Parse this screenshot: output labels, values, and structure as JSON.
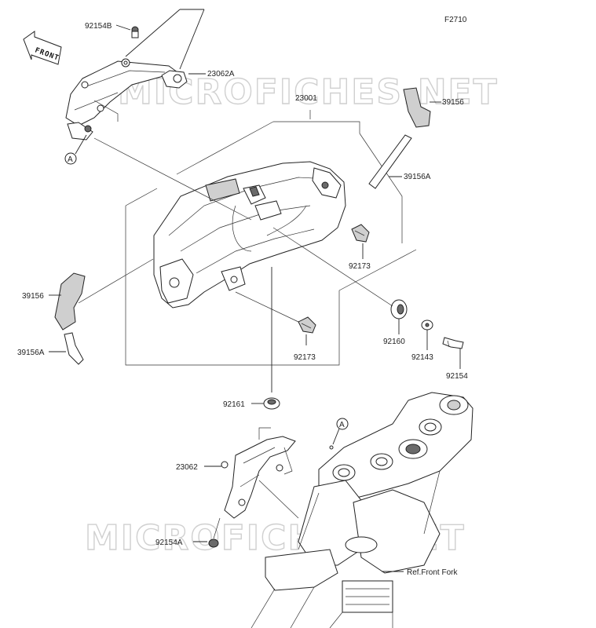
{
  "figure_code": "F2710",
  "front_marker": "FRONT",
  "watermark": [
    "MICROFICHES.NET",
    "MICROFICHES.NET"
  ],
  "ref_label": "Ref.Front Fork",
  "callout_a": "A",
  "parts": {
    "p92154B": "92154B",
    "p23062A": "23062A",
    "p23001": "23001",
    "p39156_top": "39156",
    "p39156A_top": "39156A",
    "p92173_right": "92173",
    "p39156_left": "39156",
    "p39156A_left": "39156A",
    "p92173_bottom": "92173",
    "p92160": "92160",
    "p92143": "92143",
    "p92154": "92154",
    "p92161": "92161",
    "p23062": "23062",
    "p92154A": "92154A"
  }
}
